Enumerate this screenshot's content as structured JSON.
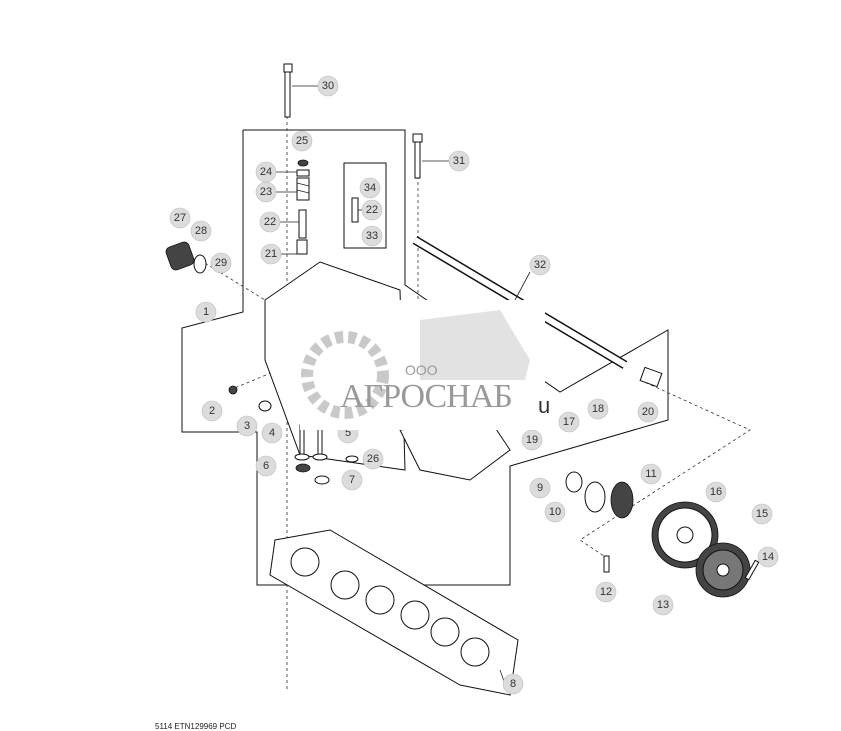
{
  "figure_code": "5114  ETN129969  PCD",
  "watermark": {
    "company_prefix": "ООО",
    "company_name": "АГРОСНАБ",
    "suffix": "u"
  },
  "callouts": [
    {
      "label": "30"
    },
    {
      "label": "25"
    },
    {
      "label": "24"
    },
    {
      "label": "23"
    },
    {
      "label": "22"
    },
    {
      "label": "21"
    },
    {
      "label": "31"
    },
    {
      "label": "34"
    },
    {
      "label": "22"
    },
    {
      "label": "33"
    },
    {
      "label": "27"
    },
    {
      "label": "28"
    },
    {
      "label": "29"
    },
    {
      "label": "1"
    },
    {
      "label": "32"
    },
    {
      "label": "2"
    },
    {
      "label": "3"
    },
    {
      "label": "4"
    },
    {
      "label": "5"
    },
    {
      "label": "26"
    },
    {
      "label": "6"
    },
    {
      "label": "7"
    },
    {
      "label": "17"
    },
    {
      "label": "18"
    },
    {
      "label": "20"
    },
    {
      "label": "19"
    },
    {
      "label": "11"
    },
    {
      "label": "9"
    },
    {
      "label": "10"
    },
    {
      "label": "16"
    },
    {
      "label": "15"
    },
    {
      "label": "14"
    },
    {
      "label": "12"
    },
    {
      "label": "13"
    },
    {
      "label": "8"
    }
  ]
}
